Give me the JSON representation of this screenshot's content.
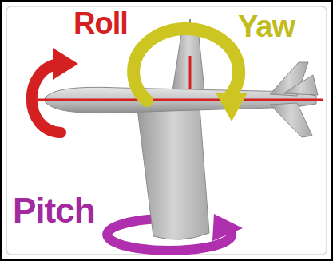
{
  "diagram": {
    "labels": [
      "Roll",
      "Yaw",
      "Pitch"
    ]
  }
}
